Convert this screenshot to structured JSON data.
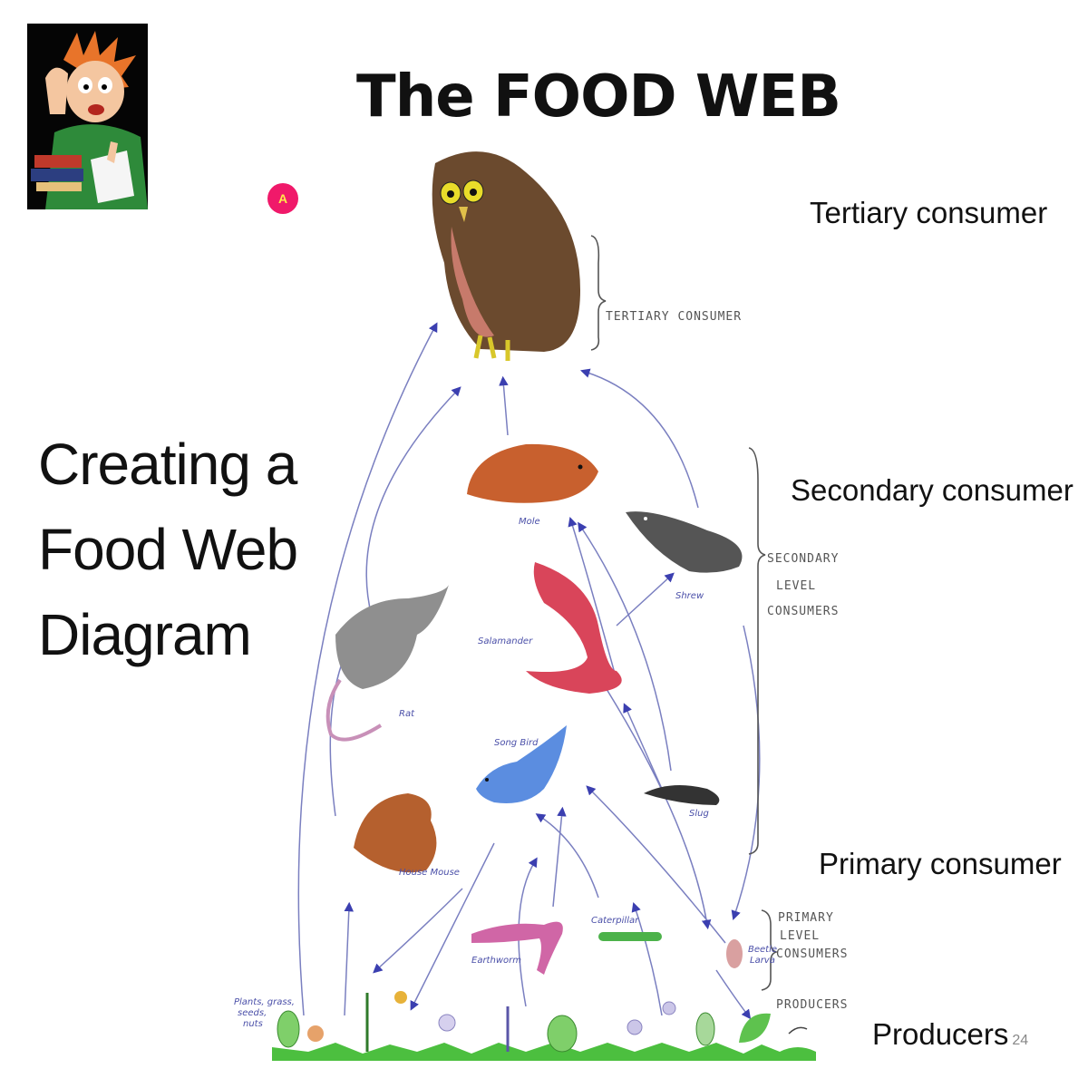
{
  "slide": {
    "title": "The FOOD WEB",
    "side_title_lines": [
      "Creating a",
      "Food Web",
      "Diagram"
    ],
    "badge": "A",
    "page_number": "24"
  },
  "levels": {
    "tertiary": "Tertiary consumer",
    "secondary": "Secondary consumer",
    "primary": "Primary consumer",
    "producers": "Producers"
  },
  "drawing_labels": {
    "tertiary_bracket": "TERTIARY CONSUMER",
    "secondary_bracket": [
      "SECONDARY",
      "LEVEL",
      "CONSUMERS"
    ],
    "primary_bracket": [
      "PRIMARY",
      "LEVEL",
      "CONSUMERS"
    ],
    "producers_bracket": "PRODUCERS",
    "mole": "Mole",
    "shrew": "Shrew",
    "salamander": "Salamander",
    "rat": "Rat",
    "song_bird": "Song Bird",
    "slug": "Slug",
    "house_mouse": "House Mouse",
    "earthworm": "Earthworm",
    "caterpillar": "Caterpillar",
    "beetle_larva": [
      "Beetle",
      "Larva"
    ],
    "plants_note": [
      "Plants, grass,",
      "seeds,",
      "nuts"
    ]
  },
  "colors": {
    "arrow": "#3b3fb0",
    "owl": "#6b4a2e",
    "mole": "#c8602e",
    "salamander": "#d9455a",
    "bird": "#5b8de0",
    "rat": "#8f8f8f",
    "mouse": "#b5602e",
    "grass": "#4cbf3f"
  }
}
